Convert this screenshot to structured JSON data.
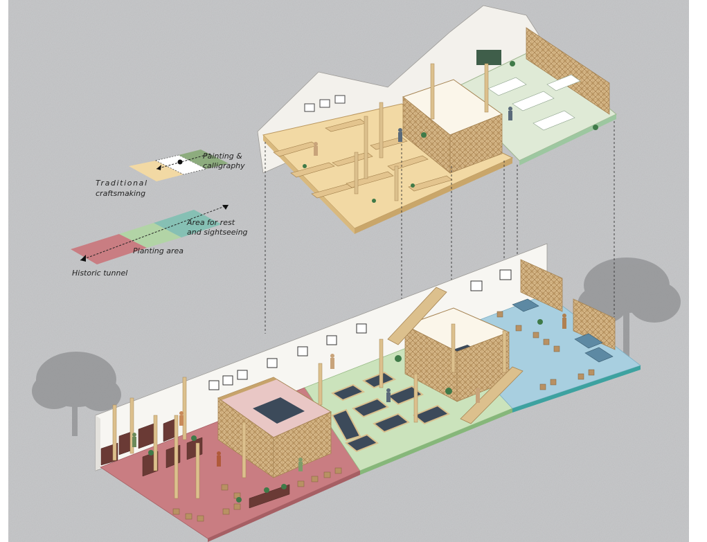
{
  "legend": {
    "traditional_1": "Traditional",
    "traditional_2": "craftsmaking",
    "painting_1": "Painting &",
    "painting_2": "calligraphy",
    "rest_1": "Area for rest",
    "rest_2": "and sightseeing",
    "planting": "Planting area",
    "tunnel": "Historic tunnel"
  },
  "zone_colors": {
    "craft": "#f2d9a4",
    "painting": "#8dac7e",
    "planting": "#c7e0b8",
    "rest": "#a8cfe0",
    "tunnel": "#c97d82",
    "timber": "#d6b684",
    "paper": "#c8c9cb"
  }
}
